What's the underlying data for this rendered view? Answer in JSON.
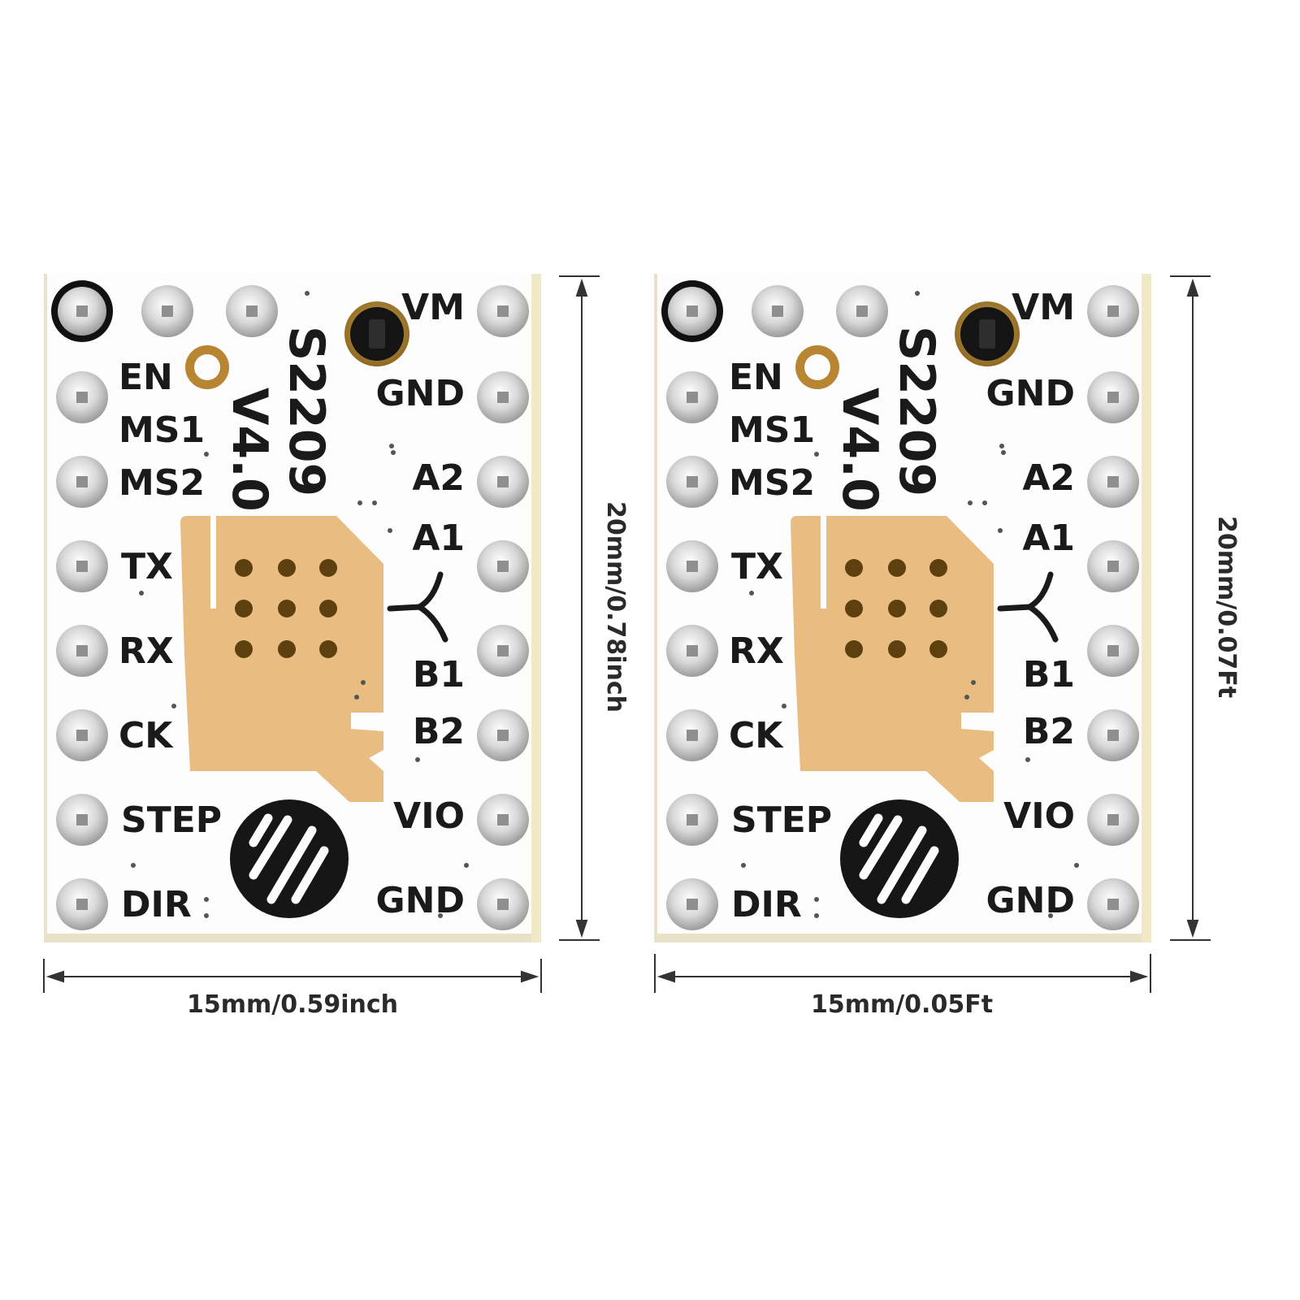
{
  "boards": [
    {
      "model": "S2209",
      "version": "V4.0",
      "left_pins": [
        "EN",
        "MS1",
        "MS2",
        "TX",
        "RX",
        "CK",
        "STEP",
        "DIR"
      ],
      "right_pins": [
        "VM",
        "GND",
        "A2",
        "A1",
        "B1",
        "B2",
        "VIO",
        "GND"
      ],
      "width_label": "15mm/0.59inch",
      "height_label": "20mm/0.78inch"
    },
    {
      "model": "S2209",
      "version": "V4.0",
      "left_pins": [
        "EN",
        "MS1",
        "MS2",
        "TX",
        "RX",
        "CK",
        "STEP",
        "DIR"
      ],
      "right_pins": [
        "VM",
        "GND",
        "A2",
        "A1",
        "B1",
        "B2",
        "VIO",
        "GND"
      ],
      "width_label": "15mm/0.05Ft",
      "height_label": "20mm/0.07Ft"
    }
  ],
  "colors": {
    "pcb": "#fdfdfd",
    "pcb_edge": "#e7e2c8",
    "copper_pad": "#e9bd82",
    "silkscreen": "#1a1a1a",
    "pin": "#d9d9d9"
  }
}
